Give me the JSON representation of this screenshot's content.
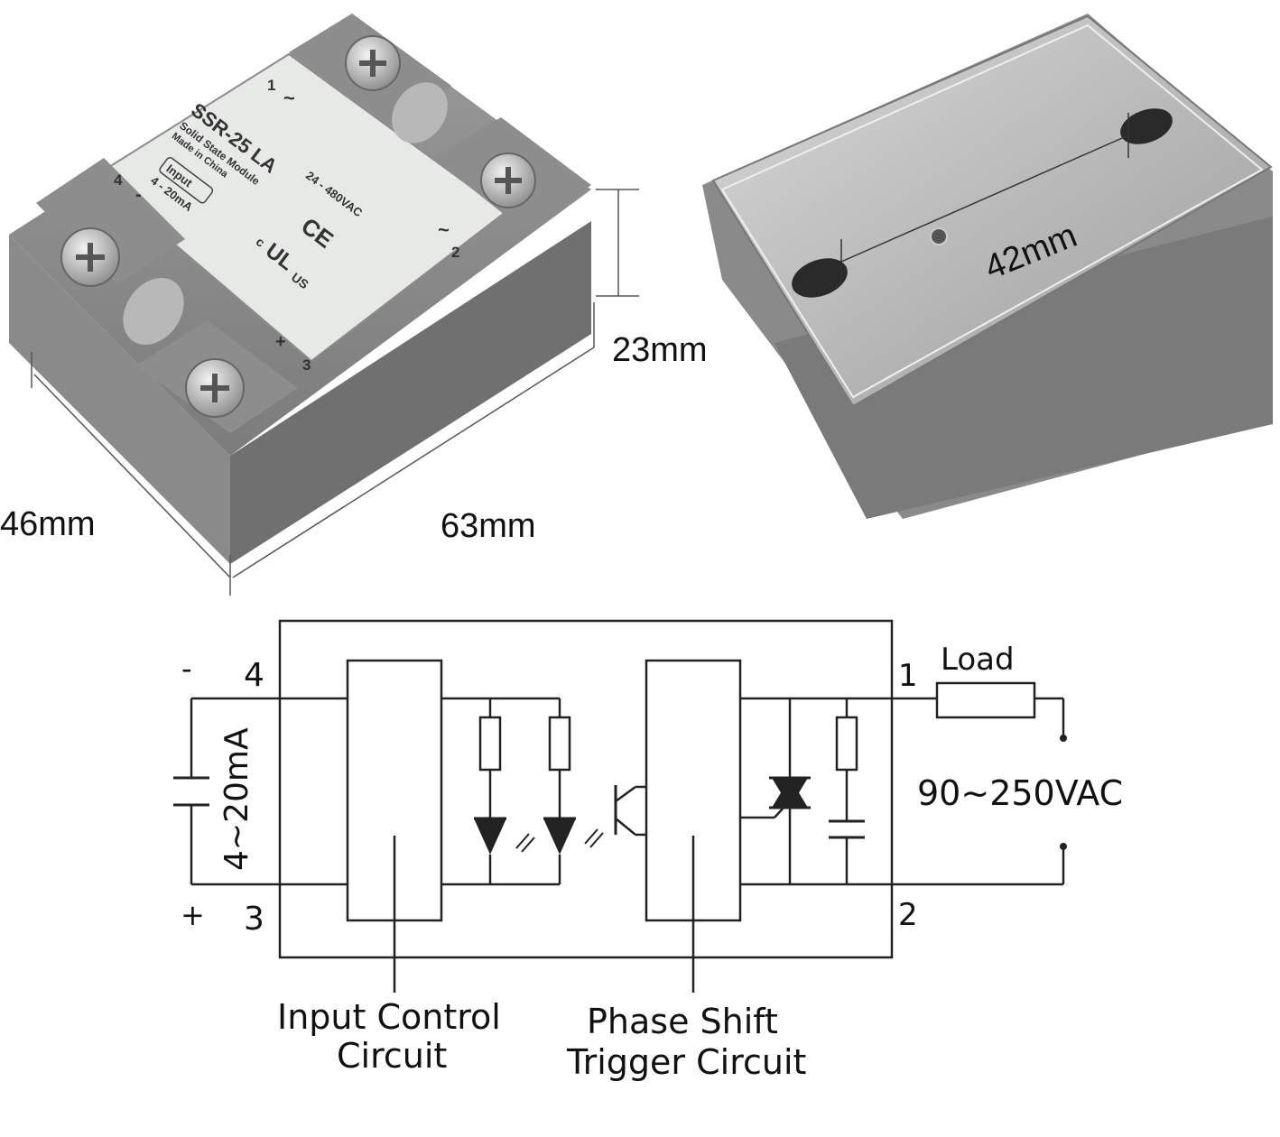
{
  "photos": {
    "front": {
      "model": "SSR-25 LA",
      "subtitle": "Solid State Module",
      "origin": "Made in China",
      "voltage_range": "24 - 480VAC",
      "input_box": "Input",
      "input_range": "4 - 20mA",
      "terminal_1": "1",
      "terminal_2": "2",
      "terminal_3": "3",
      "terminal_4": "4",
      "ac_sym_1": "~",
      "ac_sym_2": "~",
      "minus_sym": "-",
      "plus_sym": "+",
      "ce_mark": "CE",
      "ul_c": "c",
      "ul_mark": "UL",
      "ul_us": "US"
    },
    "dimensions": {
      "width": "46mm",
      "length": "63mm",
      "height": "23mm",
      "hole_spacing": "42mm"
    }
  },
  "schematic": {
    "terminal_4": "4",
    "terminal_3": "3",
    "terminal_1": "1",
    "terminal_2": "2",
    "minus": "-",
    "plus": "+",
    "input_current": "4~20mA",
    "load": "Load",
    "supply": "90~250VAC",
    "block1_line1": "Input Control",
    "block1_line2": "Circuit",
    "block2_line1": "Phase Shift",
    "block2_line2": "Trigger Circuit"
  }
}
